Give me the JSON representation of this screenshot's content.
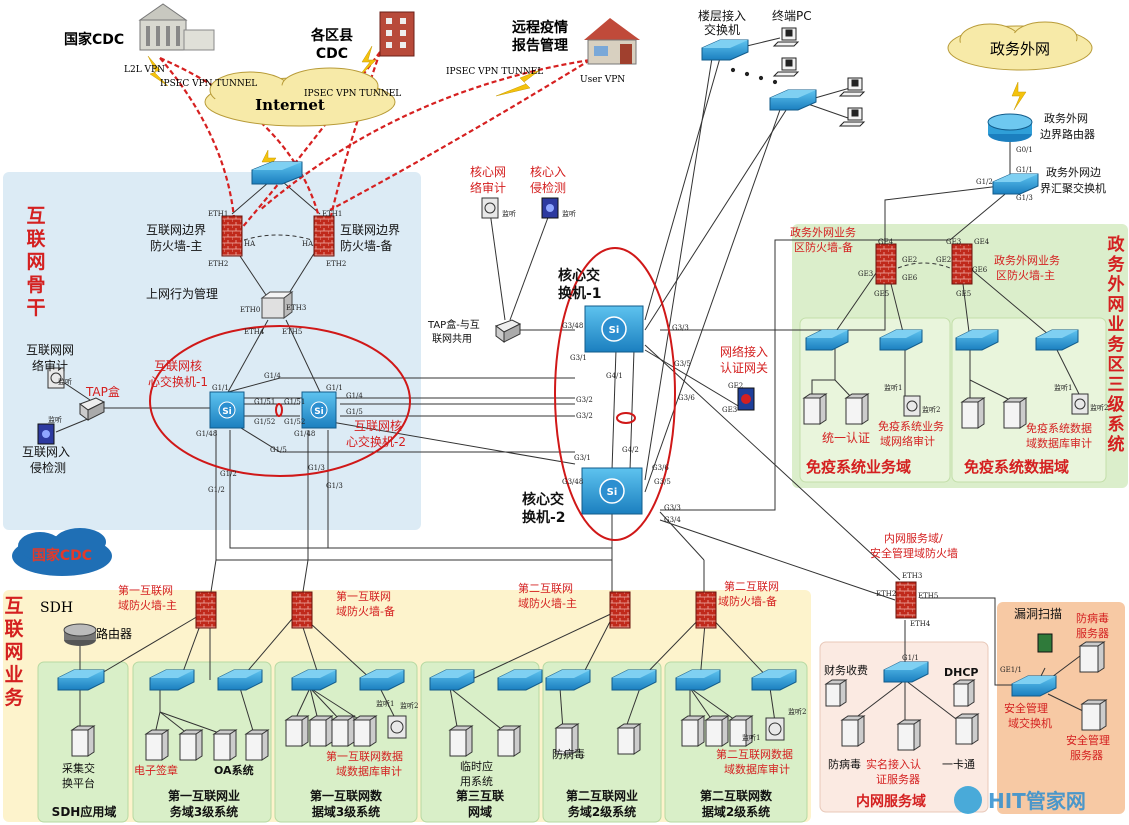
{
  "colors": {
    "internet_zone": "#dcebf5",
    "business_zone": "#fdf3cc",
    "subzone_green": "#d9efc8",
    "gov_zone": "#dbeecb",
    "intranet_zone": "#fbeae2",
    "security_zone": "#f7c9a4",
    "red_text": "#d42020",
    "vpn_line": "#d62020",
    "oval": "#d01818",
    "switch": "#2f9fd8"
  },
  "internet": {
    "cloud_label": "Internet",
    "national_cdc": "国家CDC",
    "l2l_vpn": "L2L VPN",
    "district_cdc_line1": "各区县",
    "district_cdc_line2": "CDC",
    "remote_line1": "远程疫情",
    "remote_line2": "报告管理",
    "user_vpn": "User VPN",
    "tunnel_1": "IPSEC VPN TUNNEL",
    "tunnel_2": "IPSEC VPN TUNNEL",
    "tunnel_3": "IPSEC VPN TUNNEL"
  },
  "backbone": {
    "title_chars": [
      "互",
      "联",
      "网",
      "骨",
      "干"
    ],
    "fw_main_line1": "互联网边界",
    "fw_main_line2": "防火墙-主",
    "fw_backup_line1": "互联网边界",
    "fw_backup_line2": "防火墙-备",
    "behavior_mgmt": "上网行为管理",
    "core_sw1_line1": "互联网核",
    "core_sw1_line2": "心交换机-1",
    "core_sw2_line1": "互联网核",
    "core_sw2_line2": "心交换机-2",
    "audit_line1": "互联网网",
    "audit_line2": "络审计",
    "ids_line1": "互联网入",
    "ids_line2": "侵检测",
    "tap_box": "TAP盒",
    "monitor": "监听",
    "eth_labels": [
      "ETH1",
      "ETH2",
      "ETH1",
      "ETH2",
      "ETH3",
      "ETH4",
      "ETH5",
      "ETH0",
      "HA",
      "HA"
    ],
    "port_labels": [
      "G1/1",
      "G1/48",
      "G1/51",
      "G1/52",
      "G1/1",
      "G1/48",
      "G1/51",
      "G1/52",
      "G1/4",
      "G1/5",
      "G1/2",
      "G1/3",
      "G1/5",
      "G1/4",
      "G1/2",
      "G1/3"
    ]
  },
  "core": {
    "sw1_line1": "核心交",
    "sw1_line2": "换机-1",
    "sw2_line1": "核心交",
    "sw2_line2": "换机-2",
    "audit_line1": "核心网",
    "audit_line2": "络审计",
    "ids_line1": "核心入",
    "ids_line2": "侵检测",
    "tap_line1": "TAP盒-与互",
    "tap_line2": "联网共用",
    "gateway_line1": "网络接入",
    "gateway_line2": "认证网关",
    "gw_ports": [
      "GE2",
      "GE3"
    ],
    "port_labels": [
      "G3/48",
      "G3/1",
      "G3/2",
      "G3/3",
      "G3/5",
      "G3/6",
      "G4/1",
      "G4/2",
      "G3/48",
      "G3/1",
      "G3/2",
      "G3/3",
      "G3/5",
      "G3/6",
      "G3/4"
    ]
  },
  "floor": {
    "access_line1": "楼层接入",
    "access_line2": "交换机",
    "terminal_pc": "终端PC"
  },
  "gov": {
    "cloud_label": "政务外网",
    "router_line1": "政务外网",
    "router_line2": "边界路由器",
    "agg_line1": "政务外网边",
    "agg_line2": "界汇聚交换机",
    "side_title_chars": [
      "政",
      "务",
      "外",
      "网",
      "业",
      "务",
      "区",
      "三",
      "级",
      "系",
      "统"
    ],
    "fw_backup_line1": "政务外网业务",
    "fw_backup_line2": "区防火墙-备",
    "fw_main_line1": "政务外网业务",
    "fw_main_line2": "区防火墙-主",
    "unified_auth": "统一认证",
    "biz_audit_line1": "免疫系统业务",
    "biz_audit_line2": "域网络审计",
    "db_audit_line1": "免疫系统数据",
    "db_audit_line2": "域数据库审计",
    "biz_domain": "免疫系统业务域",
    "data_domain": "免疫系统数据域",
    "ports": [
      "G0/1",
      "G1/1",
      "G1/2",
      "G1/3",
      "GE4",
      "GE3",
      "GE2",
      "GE6",
      "GE5",
      "GE3",
      "GE4",
      "GE2",
      "GE6",
      "GE5"
    ]
  },
  "business": {
    "title_chars": [
      "互",
      "联",
      "网",
      "业",
      "务"
    ],
    "national_cdc": "国家CDC",
    "sdh": "SDH",
    "router": "路由器",
    "fw1_main_line1": "第一互联网",
    "fw1_main_line2": "域防火墙-主",
    "fw1_backup_line1": "第一互联网",
    "fw1_backup_line2": "域防火墙-备",
    "fw2_main_line1": "第二互联网",
    "fw2_main_line2": "域防火墙-主",
    "fw2_backup_line1": "第二互联网",
    "fw2_backup_line2": "域防火墙-备",
    "collect_line1": "采集交",
    "collect_line2": "换平台",
    "esign": "电子签章",
    "oa": "OA系统",
    "db1_audit_line1": "第一互联网数据",
    "db1_audit_line2": "域数据库审计",
    "temp_app_line1": "临时应",
    "temp_app_line2": "用系统",
    "antivirus": "防病毒",
    "db2_audit_line1": "第二互联网数据",
    "db2_audit_line2": "域数据库审计",
    "domains": [
      {
        "line1": "SDH应用域",
        "line2": ""
      },
      {
        "line1": "第一互联网业",
        "line2": "务域3级系统"
      },
      {
        "line1": "第一互联网数",
        "line2": "据域3级系统"
      },
      {
        "line1": "第三互联",
        "line2": "网域"
      },
      {
        "line1": "第二互联网业",
        "line2": "务域2级系统"
      },
      {
        "line1": "第二互联网数",
        "line2": "据域2级系统"
      }
    ],
    "monitor_1": "监听1",
    "monitor_2": "监听2"
  },
  "intranet": {
    "fw_line1": "内网服务域/",
    "fw_line2": "安全管理域防火墙",
    "finance": "财务收费",
    "dhcp": "DHCP",
    "antivirus": "防病毒",
    "realname_line1": "实名接入认",
    "realname_line2": "证服务器",
    "card": "一卡通",
    "domain": "内网服务域",
    "ports": [
      "ETH3",
      "ETH2",
      "ETH5",
      "ETH4",
      "G1/1"
    ]
  },
  "security": {
    "vuln_scan": "漏洞扫描",
    "av_line1": "防病毒",
    "av_line2": "服务器",
    "switch_line1": "安全管理",
    "switch_line2": "域交换机",
    "mgmt_line1": "安全管理",
    "mgmt_line2": "服务器",
    "port": "GE1/1"
  },
  "watermark": {
    "text": "HIT管家网"
  }
}
